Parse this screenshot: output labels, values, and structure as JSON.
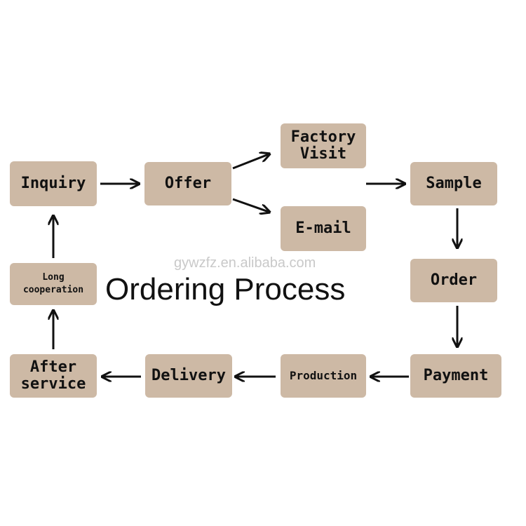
{
  "title": "Ordering Process",
  "watermark": "gywzfz.en.alibaba.com",
  "box_color": "#cdb9a5",
  "arrow_color": "#111111",
  "steps": {
    "inquiry": "Inquiry",
    "offer": "Offer",
    "factory_visit": [
      "Factory",
      "Visit"
    ],
    "email": "E-mail",
    "sample": "Sample",
    "order": "Order",
    "payment": "Payment",
    "production": "Production",
    "delivery": "Delivery",
    "after_service": [
      "After",
      "service"
    ],
    "long_cooperation": [
      "Long",
      "cooperation"
    ]
  }
}
